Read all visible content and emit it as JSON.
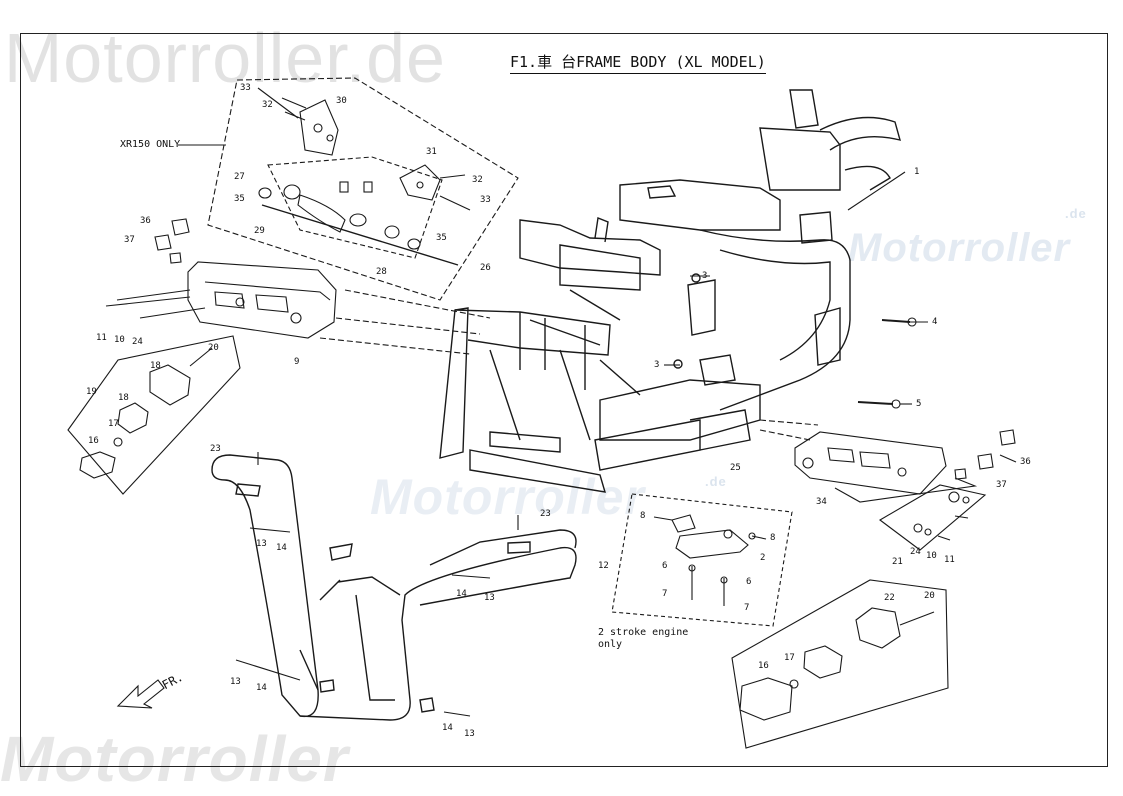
{
  "watermarks": {
    "top_left": "Motorroller.de",
    "bottom_left": "Motorroller",
    "center": "Motorroller",
    "right": "Motorroller",
    "right_suffix": ".de",
    "center_suffix": ".de"
  },
  "title": "F1.車 台FRAME BODY (XL MODEL)",
  "notes": {
    "xr150": "XR150 ONLY",
    "two_stroke_line1": "2 stroke engine",
    "two_stroke_line2": "only",
    "front": "FR."
  },
  "callouts": [
    {
      "id": "c33a",
      "label": "33"
    },
    {
      "id": "c32a",
      "label": "32"
    },
    {
      "id": "c30",
      "label": "30"
    },
    {
      "id": "c31",
      "label": "31"
    },
    {
      "id": "c32b",
      "label": "32"
    },
    {
      "id": "c33b",
      "label": "33"
    },
    {
      "id": "c27",
      "label": "27"
    },
    {
      "id": "c35a",
      "label": "35"
    },
    {
      "id": "c29",
      "label": "29"
    },
    {
      "id": "c35b",
      "label": "35"
    },
    {
      "id": "c28",
      "label": "28"
    },
    {
      "id": "c36a",
      "label": "36"
    },
    {
      "id": "c37a",
      "label": "37"
    },
    {
      "id": "c11a",
      "label": "11"
    },
    {
      "id": "c10a",
      "label": "10"
    },
    {
      "id": "c24a",
      "label": "24"
    },
    {
      "id": "c9",
      "label": "9"
    },
    {
      "id": "c26",
      "label": "26"
    },
    {
      "id": "c1",
      "label": "1"
    },
    {
      "id": "c3a",
      "label": "3"
    },
    {
      "id": "c4",
      "label": "4"
    },
    {
      "id": "c3b",
      "label": "3"
    },
    {
      "id": "c5",
      "label": "5"
    },
    {
      "id": "c19",
      "label": "19"
    },
    {
      "id": "c20a",
      "label": "20"
    },
    {
      "id": "c18a",
      "label": "18"
    },
    {
      "id": "c18b",
      "label": "18"
    },
    {
      "id": "c17a",
      "label": "17"
    },
    {
      "id": "c16a",
      "label": "16"
    },
    {
      "id": "c23a",
      "label": "23"
    },
    {
      "id": "c25",
      "label": "25"
    },
    {
      "id": "c36b",
      "label": "36"
    },
    {
      "id": "c37b",
      "label": "37"
    },
    {
      "id": "c34",
      "label": "34"
    },
    {
      "id": "c13a",
      "label": "13"
    },
    {
      "id": "c14a",
      "label": "14"
    },
    {
      "id": "c23b",
      "label": "23"
    },
    {
      "id": "c12",
      "label": "12"
    },
    {
      "id": "c14b",
      "label": "14"
    },
    {
      "id": "c13b",
      "label": "13"
    },
    {
      "id": "c8a",
      "label": "8"
    },
    {
      "id": "c8b",
      "label": "8"
    },
    {
      "id": "c2",
      "label": "2"
    },
    {
      "id": "c6a",
      "label": "6"
    },
    {
      "id": "c6b",
      "label": "6"
    },
    {
      "id": "c7a",
      "label": "7"
    },
    {
      "id": "c7b",
      "label": "7"
    },
    {
      "id": "c24b",
      "label": "24"
    },
    {
      "id": "c10b",
      "label": "10"
    },
    {
      "id": "c11b",
      "label": "11"
    },
    {
      "id": "c21",
      "label": "21"
    },
    {
      "id": "c22",
      "label": "22"
    },
    {
      "id": "c20b",
      "label": "20"
    },
    {
      "id": "c17b",
      "label": "17"
    },
    {
      "id": "c16b",
      "label": "16"
    },
    {
      "id": "c13c",
      "label": "13"
    },
    {
      "id": "c14c",
      "label": "14"
    },
    {
      "id": "c14d",
      "label": "14"
    },
    {
      "id": "c13d",
      "label": "13"
    }
  ]
}
